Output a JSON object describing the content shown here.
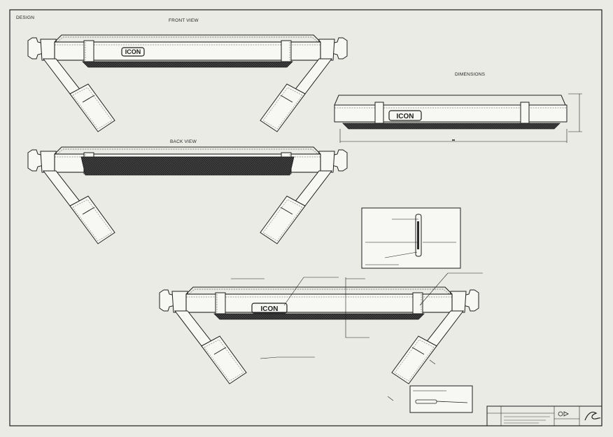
{
  "sheet": {
    "corner_label": "DESIGN",
    "brand_mark": "ICON"
  },
  "views": {
    "front": {
      "title": "FRONT VIEW"
    },
    "back": {
      "title": "BACK VIEW"
    },
    "dimensions": {
      "title": "DIMENSIONS"
    }
  },
  "colors": {
    "paper": "#ebebe6",
    "ink": "#1e1e1e",
    "pad_fill": "#2a2a2a",
    "strap_fill": "#f7f7f3"
  }
}
